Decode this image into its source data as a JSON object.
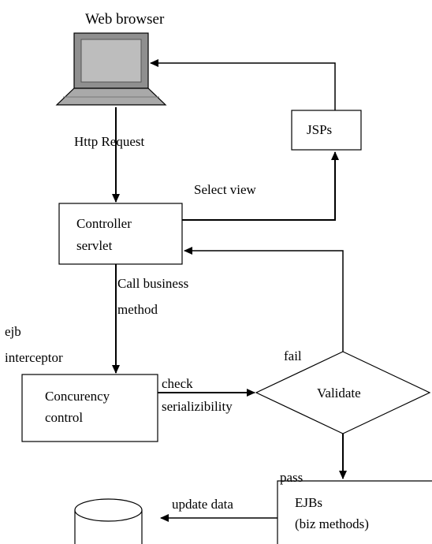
{
  "diagram": {
    "nodes": {
      "web_browser": {
        "label": "Web browser"
      },
      "jsps": {
        "label": "JSPs"
      },
      "controller": {
        "line1": "Controller",
        "line2": "servlet"
      },
      "concurrency": {
        "line1": "Concurency",
        "line2": "control"
      },
      "validate": {
        "label": "Validate"
      },
      "ejbs": {
        "line1": "EJBs",
        "line2": "(biz methods)"
      }
    },
    "edge_labels": {
      "http_request": "Http Request",
      "select_view": "Select view",
      "call_business_line1": "Call business",
      "call_business_line2": "method",
      "ejb_interceptor_line1": "ejb",
      "ejb_interceptor_line2": "interceptor",
      "check_line1": "check",
      "check_line2": "serializibility",
      "fail": "fail",
      "pass": "pass",
      "update_data": "update data"
    }
  }
}
